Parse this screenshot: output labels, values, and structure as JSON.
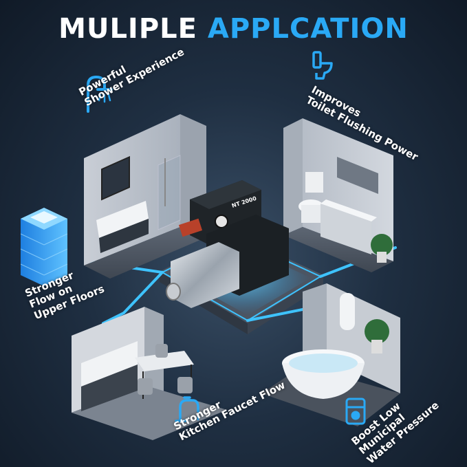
{
  "title": {
    "word1": "MULIPLE",
    "word2": "APPLCATION"
  },
  "labels": {
    "shower": [
      "Powerful",
      "Shower Experience"
    ],
    "toilet": [
      "Improves",
      "Toilet Flushing Power"
    ],
    "floors": [
      "Stronger",
      "Flow on",
      "Upper Floors"
    ],
    "kitchen": [
      "Stronger",
      "Kitchen Faucet Flow"
    ],
    "municipal": [
      "Boost Low Municipal",
      "Water Pressure"
    ]
  },
  "pump": {
    "model": "NT 2000"
  },
  "colors": {
    "accent": "#2aa9f5",
    "glow": "#3ec3ff",
    "text": "#ffffff"
  },
  "icons": [
    "shower-icon",
    "toilet-icon",
    "building-icon",
    "faucet-icon",
    "water-heater-icon"
  ]
}
